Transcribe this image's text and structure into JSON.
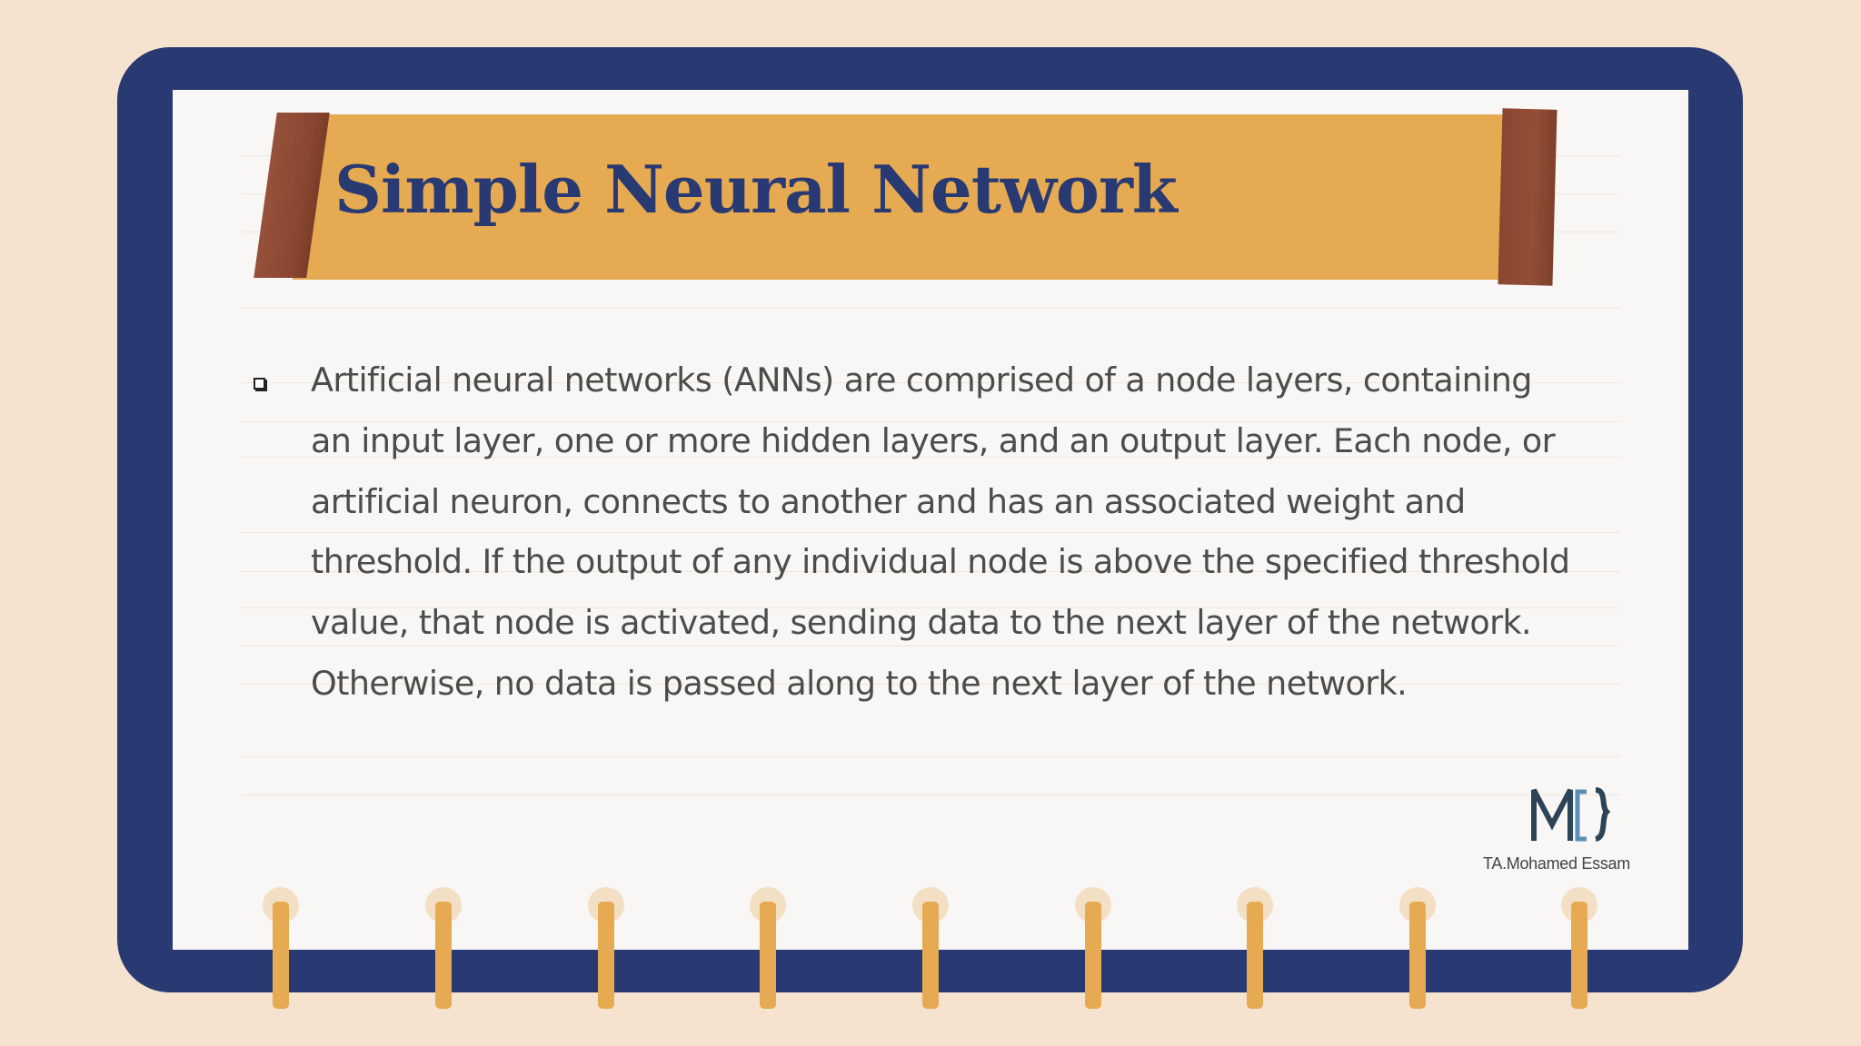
{
  "slide": {
    "title": "Simple Neural Network",
    "body_lines": [
      "Artificial neural networks (ANNs) are comprised of a node layers, containing",
      "an input layer, one or more hidden layers, and an output layer. Each node, or",
      "artificial neuron, connects to another and has an associated weight and",
      "threshold. If the output of any individual node is above the specified threshold",
      "value, that node is activated, sending data to the next layer of the network.",
      "Otherwise, no data is passed along to the next layer of the network."
    ],
    "bullet_icon": "square-bullet-icon",
    "logo": {
      "icon": "mohamed-essam-logo-icon",
      "mark_text": "M[}",
      "author": "TA.Mohamed Essam"
    }
  },
  "colors": {
    "background": "#f5e3cf",
    "frame": "#293a72",
    "paper": "#f8f7f6",
    "banner": "#e6aa52",
    "tape": "#8a4630",
    "title": "#293a72",
    "body_text": "#4c4c4c",
    "ring": "#e6aa52"
  },
  "binder": {
    "ring_count": 9
  }
}
